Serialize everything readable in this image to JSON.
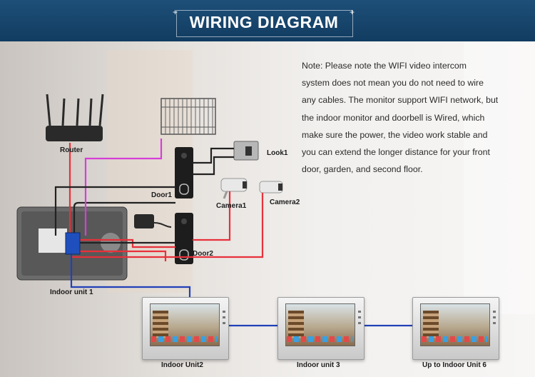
{
  "banner": {
    "title": "WIRING DIAGRAM"
  },
  "note": {
    "lines": [
      "Note:  Please note the WIFI video intercom",
      "system does not mean you do not need to wire",
      "any cables. The monitor support WIFI network, but",
      "the indoor monitor and doorbell is Wired, which",
      "make sure the power, the video work stable and",
      "you can extend the longer distance for your front",
      "door, garden, and second floor."
    ]
  },
  "labels": {
    "router": "Router",
    "lock": "Look1",
    "door1": "Door1",
    "door2": "Door2",
    "camera1": "Camera1",
    "camera2": "Camera2",
    "indoor1": "Indoor unit 1",
    "indoor2": "Indoor Unit2",
    "indoor3": "Indoor unit 3",
    "indoor6": "Up to Indoor Unit 6"
  },
  "colors": {
    "banner": "#123c61",
    "wire_red": "#e8303a",
    "wire_magenta": "#d63fd6",
    "wire_black": "#222222",
    "wire_blue": "#2140b8"
  },
  "icons": [
    "router-icon",
    "gate-icon",
    "lock-icon",
    "doorbell-icon",
    "camera-icon",
    "power-adapter-icon",
    "monitor-icon"
  ]
}
